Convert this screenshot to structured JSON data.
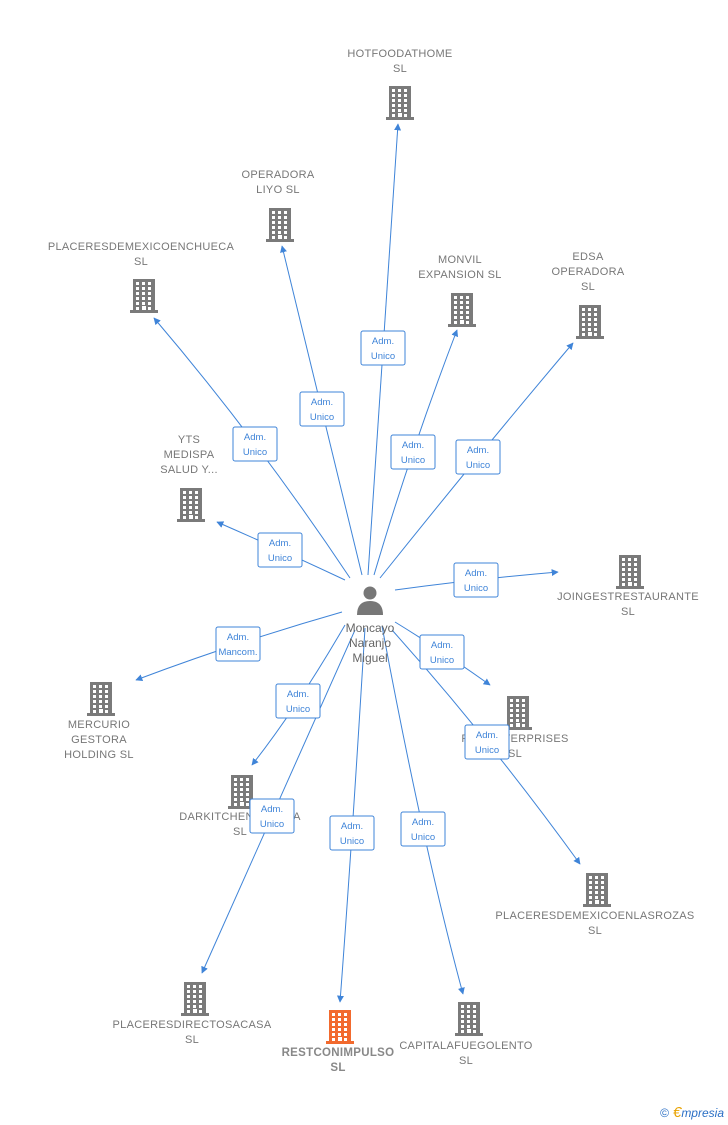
{
  "colors": {
    "edge": "#3f84d8",
    "building": "#7a7a7a",
    "highlight_building": "#f26a2e",
    "label": "#777777"
  },
  "center": {
    "name_lines": [
      "Moncayo",
      "Naranjo",
      "Miguel"
    ],
    "icon": "person-icon"
  },
  "nodes": [
    {
      "id": "hotfoodathome",
      "lines": [
        "HOTFOODATHOME",
        "SL"
      ],
      "relation": [
        "Adm.",
        "Unico"
      ]
    },
    {
      "id": "operadora-liyo",
      "lines": [
        "OPERADORA",
        "LIYO  SL"
      ],
      "relation": [
        "Adm.",
        "Unico"
      ]
    },
    {
      "id": "placeres-chueca",
      "lines": [
        "PLACERESDEMEXICOENCHUECA",
        "SL"
      ],
      "relation": [
        "Adm.",
        "Unico"
      ]
    },
    {
      "id": "monvil",
      "lines": [
        "MONVIL",
        "EXPANSION  SL"
      ],
      "relation": [
        "Adm.",
        "Unico"
      ]
    },
    {
      "id": "edsa",
      "lines": [
        "EDSA",
        "OPERADORA",
        "SL"
      ],
      "relation": [
        "Adm.",
        "Unico"
      ]
    },
    {
      "id": "yts",
      "lines": [
        "YTS",
        "MEDISPA",
        "SALUD Y..."
      ],
      "relation": [
        "Adm.",
        "Unico"
      ]
    },
    {
      "id": "joingest",
      "lines": [
        "JOINGESTRESTAURANTE",
        "SL"
      ],
      "relation": [
        "Adm.",
        "Unico"
      ]
    },
    {
      "id": "mercurio",
      "lines": [
        "MERCURIO",
        "GESTORA",
        "HOLDING  SL"
      ],
      "relation": [
        "Adm.",
        "Mancom."
      ]
    },
    {
      "id": "fire",
      "lines": [
        "FIREENTERPRISES",
        "SL"
      ],
      "relation": [
        "Adm.",
        "Unico"
      ]
    },
    {
      "id": "darkitchen",
      "lines": [
        "DARKITCHENENCASA",
        "SL"
      ],
      "relation": [
        "Adm.",
        "Unico"
      ]
    },
    {
      "id": "placeres-rozas",
      "lines": [
        "PLACERESDEMEXICOENLASROZAS",
        "SL"
      ],
      "relation": [
        "Adm.",
        "Unico"
      ]
    },
    {
      "id": "placeres-directos",
      "lines": [
        "PLACERESDIRECTOSACASA",
        "SL"
      ],
      "relation": [
        "Adm.",
        "Unico"
      ]
    },
    {
      "id": "restconimpulso",
      "lines": [
        "RESTCONIMPULSO",
        "SL"
      ],
      "relation": [
        "Adm.",
        "Unico"
      ],
      "highlight": true
    },
    {
      "id": "capitalafuego",
      "lines": [
        "CAPITALAFUEGOLENTO",
        "SL"
      ],
      "relation": [
        "Adm.",
        "Unico"
      ]
    }
  ],
  "footer": {
    "copyright": "©",
    "brand_initial": "€",
    "brand_rest": "mpresia"
  }
}
